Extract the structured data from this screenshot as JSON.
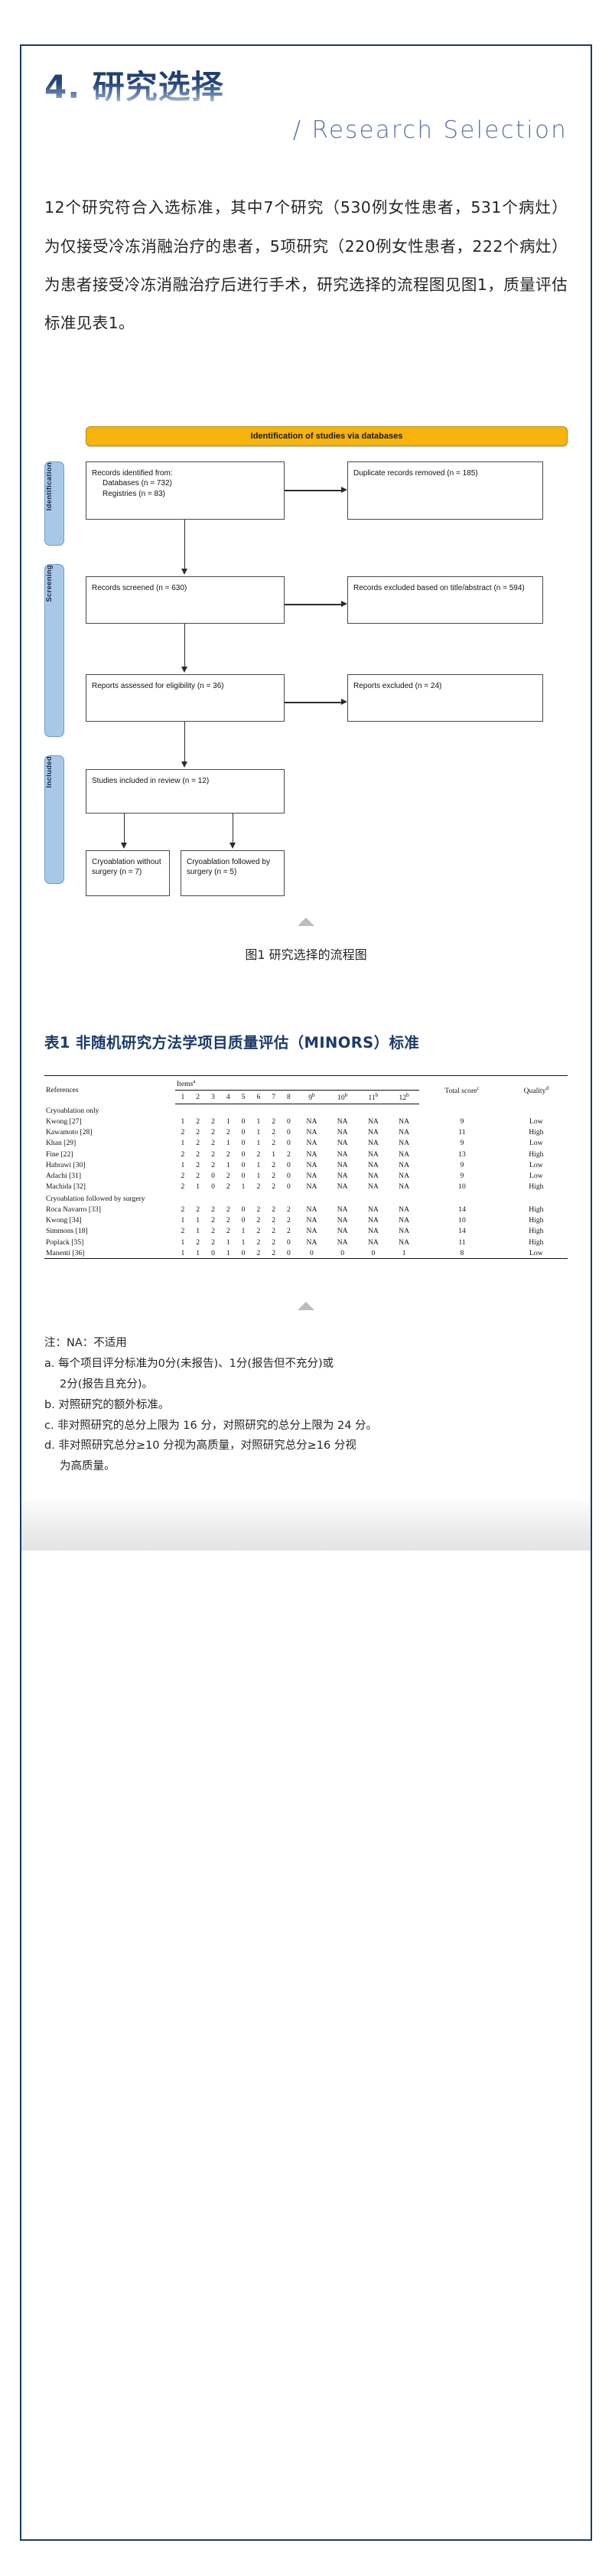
{
  "header": {
    "section_number_title": "4. 研究选择",
    "english_title": "/ Research Selection"
  },
  "body": {
    "paragraph": "12个研究符合入选标准，其中7个研究（530例女性患者，531个病灶）为仅接受冷冻消融治疗的患者，5项研究（220例女性患者，222个病灶）为患者接受冷冻消融治疗后进行手术，研究选择的流程图见图1，质量评估标准见表1。"
  },
  "figure": {
    "banner": "Identification of studies via databases",
    "lanes": [
      "Identification",
      "Screening",
      "Included"
    ],
    "boxes": {
      "identified": {
        "line1": "Records identified from:",
        "line2": "Databases (n = 732)",
        "line3": "Registries (n = 83)"
      },
      "duplicates": {
        "line1": "Duplicate records removed",
        "line2": "(n = 185)"
      },
      "screened": {
        "line1": "Records screened",
        "line2": "(n = 630)"
      },
      "excluded_title": {
        "line1": "Records excluded based",
        "line2": "on title/abstract",
        "line3": "(n = 594)"
      },
      "eligibility": {
        "line1": "Reports assessed for eligibility",
        "line2": "(n = 36)"
      },
      "reports_excluded": {
        "line1": "Reports excluded",
        "line2": "(n = 24)"
      },
      "included": {
        "line1": "Studies included in review",
        "line2": "(n = 12)"
      },
      "cryo_only": {
        "line1": "Cryoablation",
        "line2": "without surgery",
        "line3": "(n = 7)"
      },
      "cryo_surgery": {
        "line1": "Cryoablation",
        "line2": "followed by surgery",
        "line3": "(n = 5)"
      }
    },
    "caption": "图1 研究选择的流程图"
  },
  "table": {
    "title": "表1 非随机研究方法学项目质量评估（MINORS）标准",
    "headers": {
      "references": "References",
      "items": "Items",
      "items_sup": "a",
      "total_score": "Total score",
      "total_sup": "c",
      "quality": "Quality",
      "quality_sup": "d"
    },
    "item_columns": [
      {
        "label": "1",
        "sup": ""
      },
      {
        "label": "2",
        "sup": ""
      },
      {
        "label": "3",
        "sup": ""
      },
      {
        "label": "4",
        "sup": ""
      },
      {
        "label": "5",
        "sup": ""
      },
      {
        "label": "6",
        "sup": ""
      },
      {
        "label": "7",
        "sup": ""
      },
      {
        "label": "8",
        "sup": ""
      },
      {
        "label": "9",
        "sup": "b"
      },
      {
        "label": "10",
        "sup": "b"
      },
      {
        "label": "11",
        "sup": "b"
      },
      {
        "label": "12",
        "sup": "b"
      }
    ],
    "sections": [
      {
        "name": "Cryoablation only",
        "rows": [
          {
            "ref": "Kwong [27]",
            "items": [
              "1",
              "2",
              "2",
              "1",
              "0",
              "1",
              "2",
              "0",
              "NA",
              "NA",
              "NA",
              "NA"
            ],
            "total": "9",
            "quality": "Low"
          },
          {
            "ref": "Kawamoto [28]",
            "items": [
              "2",
              "2",
              "2",
              "2",
              "0",
              "1",
              "2",
              "0",
              "NA",
              "NA",
              "NA",
              "NA"
            ],
            "total": "11",
            "quality": "High"
          },
          {
            "ref": "Khan [29]",
            "items": [
              "1",
              "2",
              "2",
              "1",
              "0",
              "1",
              "2",
              "0",
              "NA",
              "NA",
              "NA",
              "NA"
            ],
            "total": "9",
            "quality": "Low"
          },
          {
            "ref": "Fine [22]",
            "items": [
              "2",
              "2",
              "2",
              "2",
              "0",
              "2",
              "1",
              "2",
              "NA",
              "NA",
              "NA",
              "NA"
            ],
            "total": "13",
            "quality": "High"
          },
          {
            "ref": "Habrawi [30]",
            "items": [
              "1",
              "2",
              "2",
              "1",
              "0",
              "1",
              "2",
              "0",
              "NA",
              "NA",
              "NA",
              "NA"
            ],
            "total": "9",
            "quality": "Low"
          },
          {
            "ref": "Adachi [31]",
            "items": [
              "2",
              "2",
              "0",
              "2",
              "0",
              "1",
              "2",
              "0",
              "NA",
              "NA",
              "NA",
              "NA"
            ],
            "total": "9",
            "quality": "Low"
          },
          {
            "ref": "Machida [32]",
            "items": [
              "2",
              "1",
              "0",
              "2",
              "1",
              "2",
              "2",
              "0",
              "NA",
              "NA",
              "NA",
              "NA"
            ],
            "total": "10",
            "quality": "High"
          }
        ]
      },
      {
        "name": "Cryoablation followed by surgery",
        "rows": [
          {
            "ref": "Roca Navarro [33]",
            "items": [
              "2",
              "2",
              "2",
              "2",
              "0",
              "2",
              "2",
              "2",
              "NA",
              "NA",
              "NA",
              "NA"
            ],
            "total": "14",
            "quality": "High"
          },
          {
            "ref": "Kwong [34]",
            "items": [
              "1",
              "1",
              "2",
              "2",
              "0",
              "2",
              "2",
              "2",
              "NA",
              "NA",
              "NA",
              "NA"
            ],
            "total": "10",
            "quality": "High"
          },
          {
            "ref": "Simmons [18]",
            "items": [
              "2",
              "1",
              "2",
              "2",
              "1",
              "2",
              "2",
              "2",
              "NA",
              "NA",
              "NA",
              "NA"
            ],
            "total": "14",
            "quality": "High"
          },
          {
            "ref": "Poplack [35]",
            "items": [
              "1",
              "2",
              "2",
              "1",
              "1",
              "2",
              "2",
              "0",
              "NA",
              "NA",
              "NA",
              "NA"
            ],
            "total": "11",
            "quality": "High"
          },
          {
            "ref": "Manenti [36]",
            "items": [
              "1",
              "1",
              "0",
              "1",
              "0",
              "2",
              "2",
              "0",
              "0",
              "0",
              "0",
              "1"
            ],
            "total": "8",
            "quality": "Low"
          }
        ]
      }
    ]
  },
  "notes": {
    "line_na": "注：NA：不适用",
    "a_1": "a. 每个项目评分标准为0分(未报告)、1分(报告但不充分)或",
    "a_2": "2分(报告且充分)。",
    "b": "b. 对照研究的额外标准。",
    "c": "c. 非对照研究的总分上限为 16 分，对照研究的总分上限为 24 分。",
    "d_1": "d. 非对照研究总分≥10 分视为高质量，对照研究总分≥16 分视",
    "d_2": "为高质量。"
  },
  "colors": {
    "frame": "#1b3a6b",
    "title_gradient_start": "#1b3a6b",
    "title_gradient_end": "#cdd8e8",
    "english_title": "#5d74a4",
    "banner": "#f5b30c",
    "lane": "#a8c8e8",
    "table_title": "#1b3a6b",
    "marker": "#bdbdbd"
  }
}
